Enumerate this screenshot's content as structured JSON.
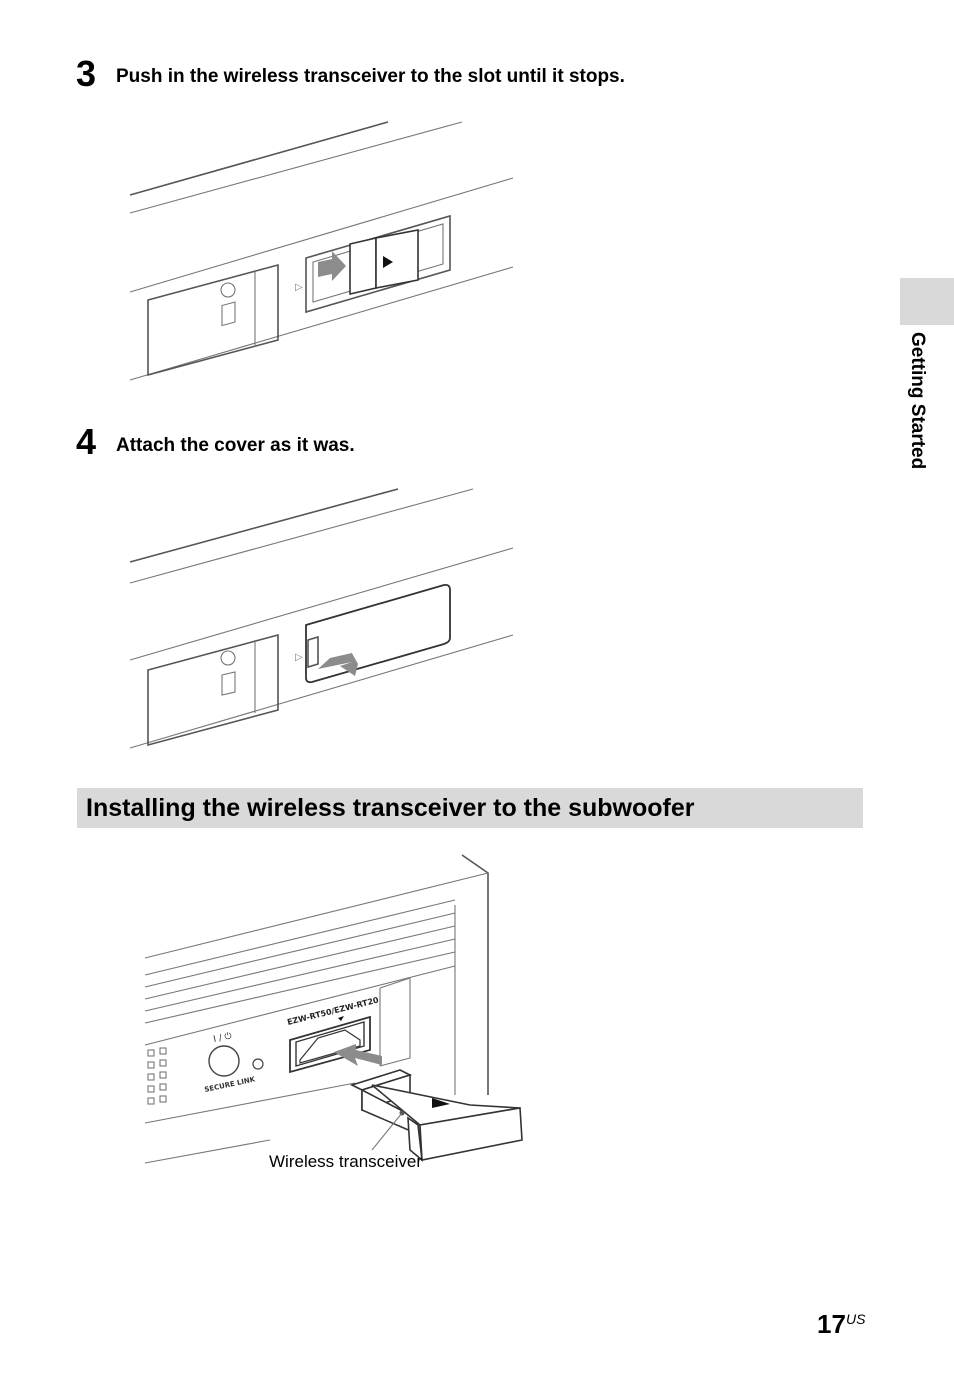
{
  "steps": [
    {
      "number": "3",
      "text": "Push in the wireless transceiver to the slot until it stops."
    },
    {
      "number": "4",
      "text": "Attach the cover as it was."
    }
  ],
  "section": {
    "title": "Installing the wireless transceiver to the subwoofer"
  },
  "sidebar": {
    "label": "Getting Started"
  },
  "figure_subwoofer": {
    "model_label": "EZW-RT50/EZW-RT20",
    "secure_link_label": "SECURE LINK",
    "power_symbol": "I / ⏻",
    "caption": "Wireless transceiver"
  },
  "page": {
    "number": "17",
    "suffix": "US"
  },
  "colors": {
    "section_bar": "#d9d9d9",
    "arrow": "#8c8c8c"
  }
}
